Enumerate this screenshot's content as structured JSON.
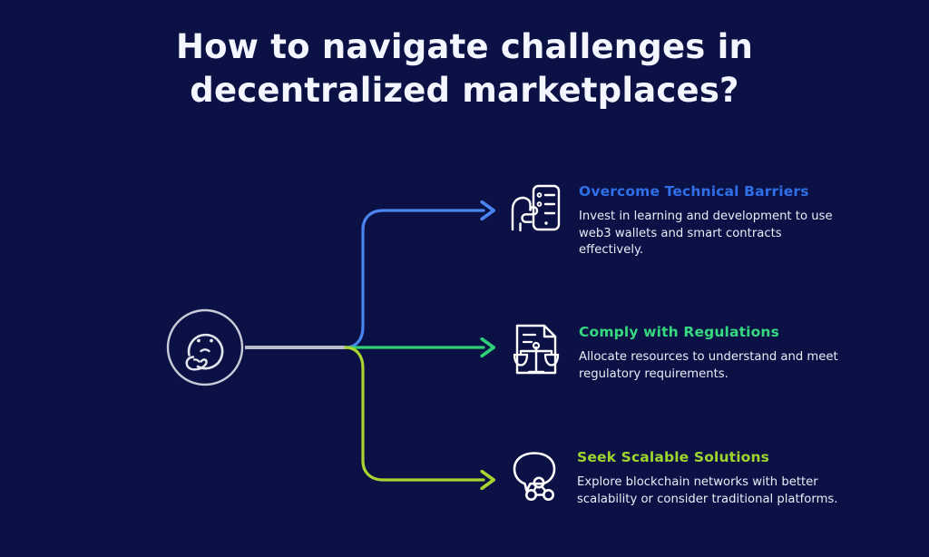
{
  "page": {
    "background_color": "#0b1145",
    "title": "How to navigate challenges in decentralized marketplaces?"
  },
  "hub": {
    "icon": "thinking-face-in-circle-icon",
    "stroke_color": "#c9ccd8"
  },
  "branches": [
    {
      "id": "overcome-technical-barriers",
      "heading": "Overcome Technical Barriers",
      "body": "Invest in learning and development to use web3 wallets and smart contracts effectively.",
      "accent_color": "#2f6fe8",
      "icon": "hand-tapping-phone-checklist-icon",
      "icon_color": "#ffffff",
      "connector": "up-elbow-arrow"
    },
    {
      "id": "comply-with-regulations",
      "heading": "Comply with Regulations",
      "body": "Allocate resources to understand and meet regulatory requirements.",
      "accent_color": "#35d97f",
      "icon": "document-with-scales-of-justice-icon",
      "icon_color": "#ffffff",
      "connector": "straight-arrow"
    },
    {
      "id": "seek-scalable-solutions",
      "heading": "Seek Scalable Solutions",
      "body": "Explore blockchain networks with better scalability or consider traditional platforms.",
      "accent_color": "#9fd62e",
      "icon": "speech-bubble-network-share-icon",
      "icon_color": "#ffffff",
      "connector": "down-elbow-arrow"
    }
  ]
}
